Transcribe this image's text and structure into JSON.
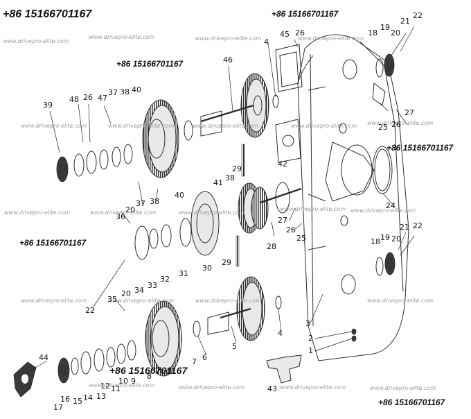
{
  "phones": [
    "+86 15166701167",
    "+86 15166701167",
    "+86 15166701167",
    "+86 15166701167",
    "+86 15166701167",
    "+86 15166701167",
    "+86 15166701167"
  ],
  "watermark": "www.drivepro-elite.com",
  "callouts": [
    "22",
    "21",
    "19",
    "20",
    "18",
    "45",
    "26",
    "4",
    "46",
    "40",
    "38",
    "37",
    "47",
    "26",
    "48",
    "39",
    "27",
    "26",
    "25",
    "42",
    "29",
    "38",
    "41",
    "24",
    "40",
    "20",
    "36",
    "37",
    "38",
    "27",
    "26",
    "25",
    "28",
    "21",
    "22",
    "18",
    "19",
    "20",
    "31",
    "30",
    "32",
    "33",
    "34",
    "20",
    "22",
    "29",
    "35",
    "3",
    "2",
    "1",
    "4",
    "5",
    "6",
    "7",
    "8",
    "9",
    "10",
    "11",
    "12",
    "13",
    "14",
    "15",
    "16",
    "17",
    "44",
    "43"
  ]
}
